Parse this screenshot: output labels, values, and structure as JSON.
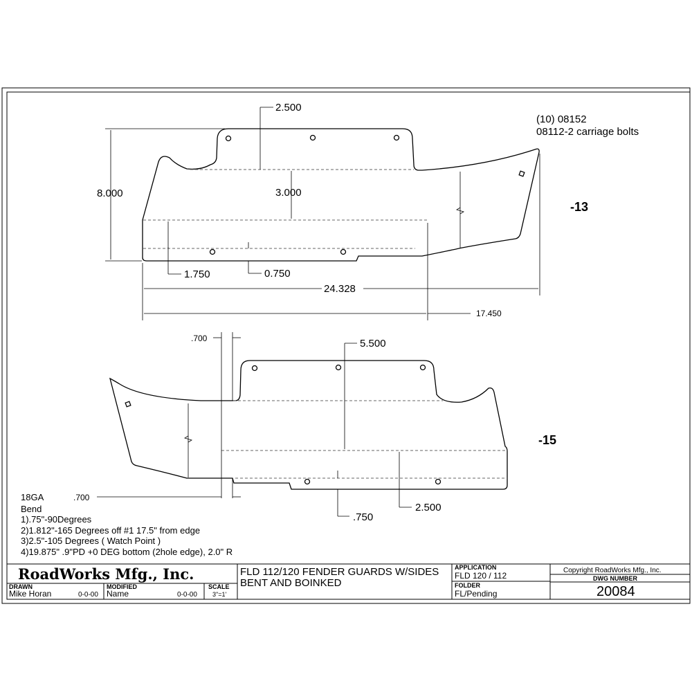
{
  "view_top": {
    "dims": {
      "d2500": "2.500",
      "d3000": "3.000",
      "d8000": "8.000",
      "d1750": "1.750",
      "d0750": "0.750",
      "d24328": "24.328",
      "d17450": "17.450"
    },
    "note_line1": "(10) 08152",
    "note_line2": "08112-2 carriage bolts",
    "part_label": "-13"
  },
  "view_bottom": {
    "dims": {
      "d700top": ".700",
      "d5500": "5.500",
      "d700bot": ".700",
      "d750": ".750",
      "d2500": "2.500"
    },
    "part_label": "-15"
  },
  "notes": [
    "18GA",
    "Bend",
    "1).75\"-90Degrees",
    "2)1.812\"-165 Degrees off #1    17.5\" from edge",
    "3)2.5\"-105 Degrees ( Watch Point )",
    "4)19.875\" .9\"PD +0 DEG bottom (2hole edge), 2.0\" R"
  ],
  "title_block": {
    "company": "RoadWorks Mfg., Inc.",
    "title_line1": "FLD 112/120 FENDER GUARDS W/SIDES",
    "title_line2": "BENT AND BOINKED",
    "drawn_label": "DRAWN",
    "drawn_name": "Mike Horan",
    "drawn_date": "0-0-00",
    "modified_label": "MODIFIED",
    "modified_name": "Name",
    "modified_date": "0-0-00",
    "scale_label": "SCALE",
    "scale_value": "3\"=1'",
    "application_label": "APPLICATION",
    "application_value": "FLD 120 / 112",
    "folder_label": "FOLDER",
    "folder_value": "FL/Pending",
    "copyright": "Copyright RoadWorks Mfg., Inc.",
    "dwg_number_label": "DWG NUMBER",
    "dwg_number": "20084"
  }
}
